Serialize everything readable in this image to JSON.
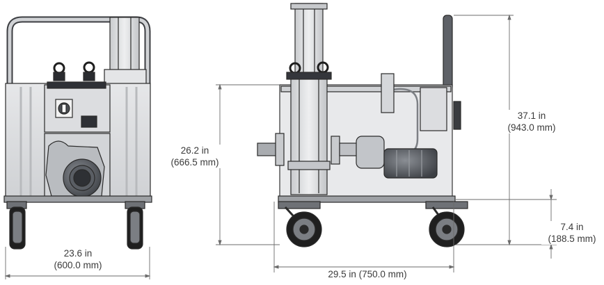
{
  "dimensions": {
    "front_width": {
      "imperial": "23.6 in",
      "metric": "(600.0 mm)"
    },
    "side_height": {
      "imperial": "26.2 in",
      "metric": "(666.5 mm)"
    },
    "handle_height": {
      "imperial": "37.1 in",
      "metric": "(943.0 mm)"
    },
    "base_height": {
      "imperial": "7.4 in",
      "metric": "(188.5 mm)"
    },
    "side_length": {
      "label": "29.5 in (750.0 mm)"
    }
  },
  "colors": {
    "steel": "#d9dadc",
    "steel_dark": "#a9acb0",
    "outline": "#2a2a2a",
    "motor": "#4a4d52",
    "tire": "#1c1c1c",
    "dim_line": "#6b6b6b"
  }
}
